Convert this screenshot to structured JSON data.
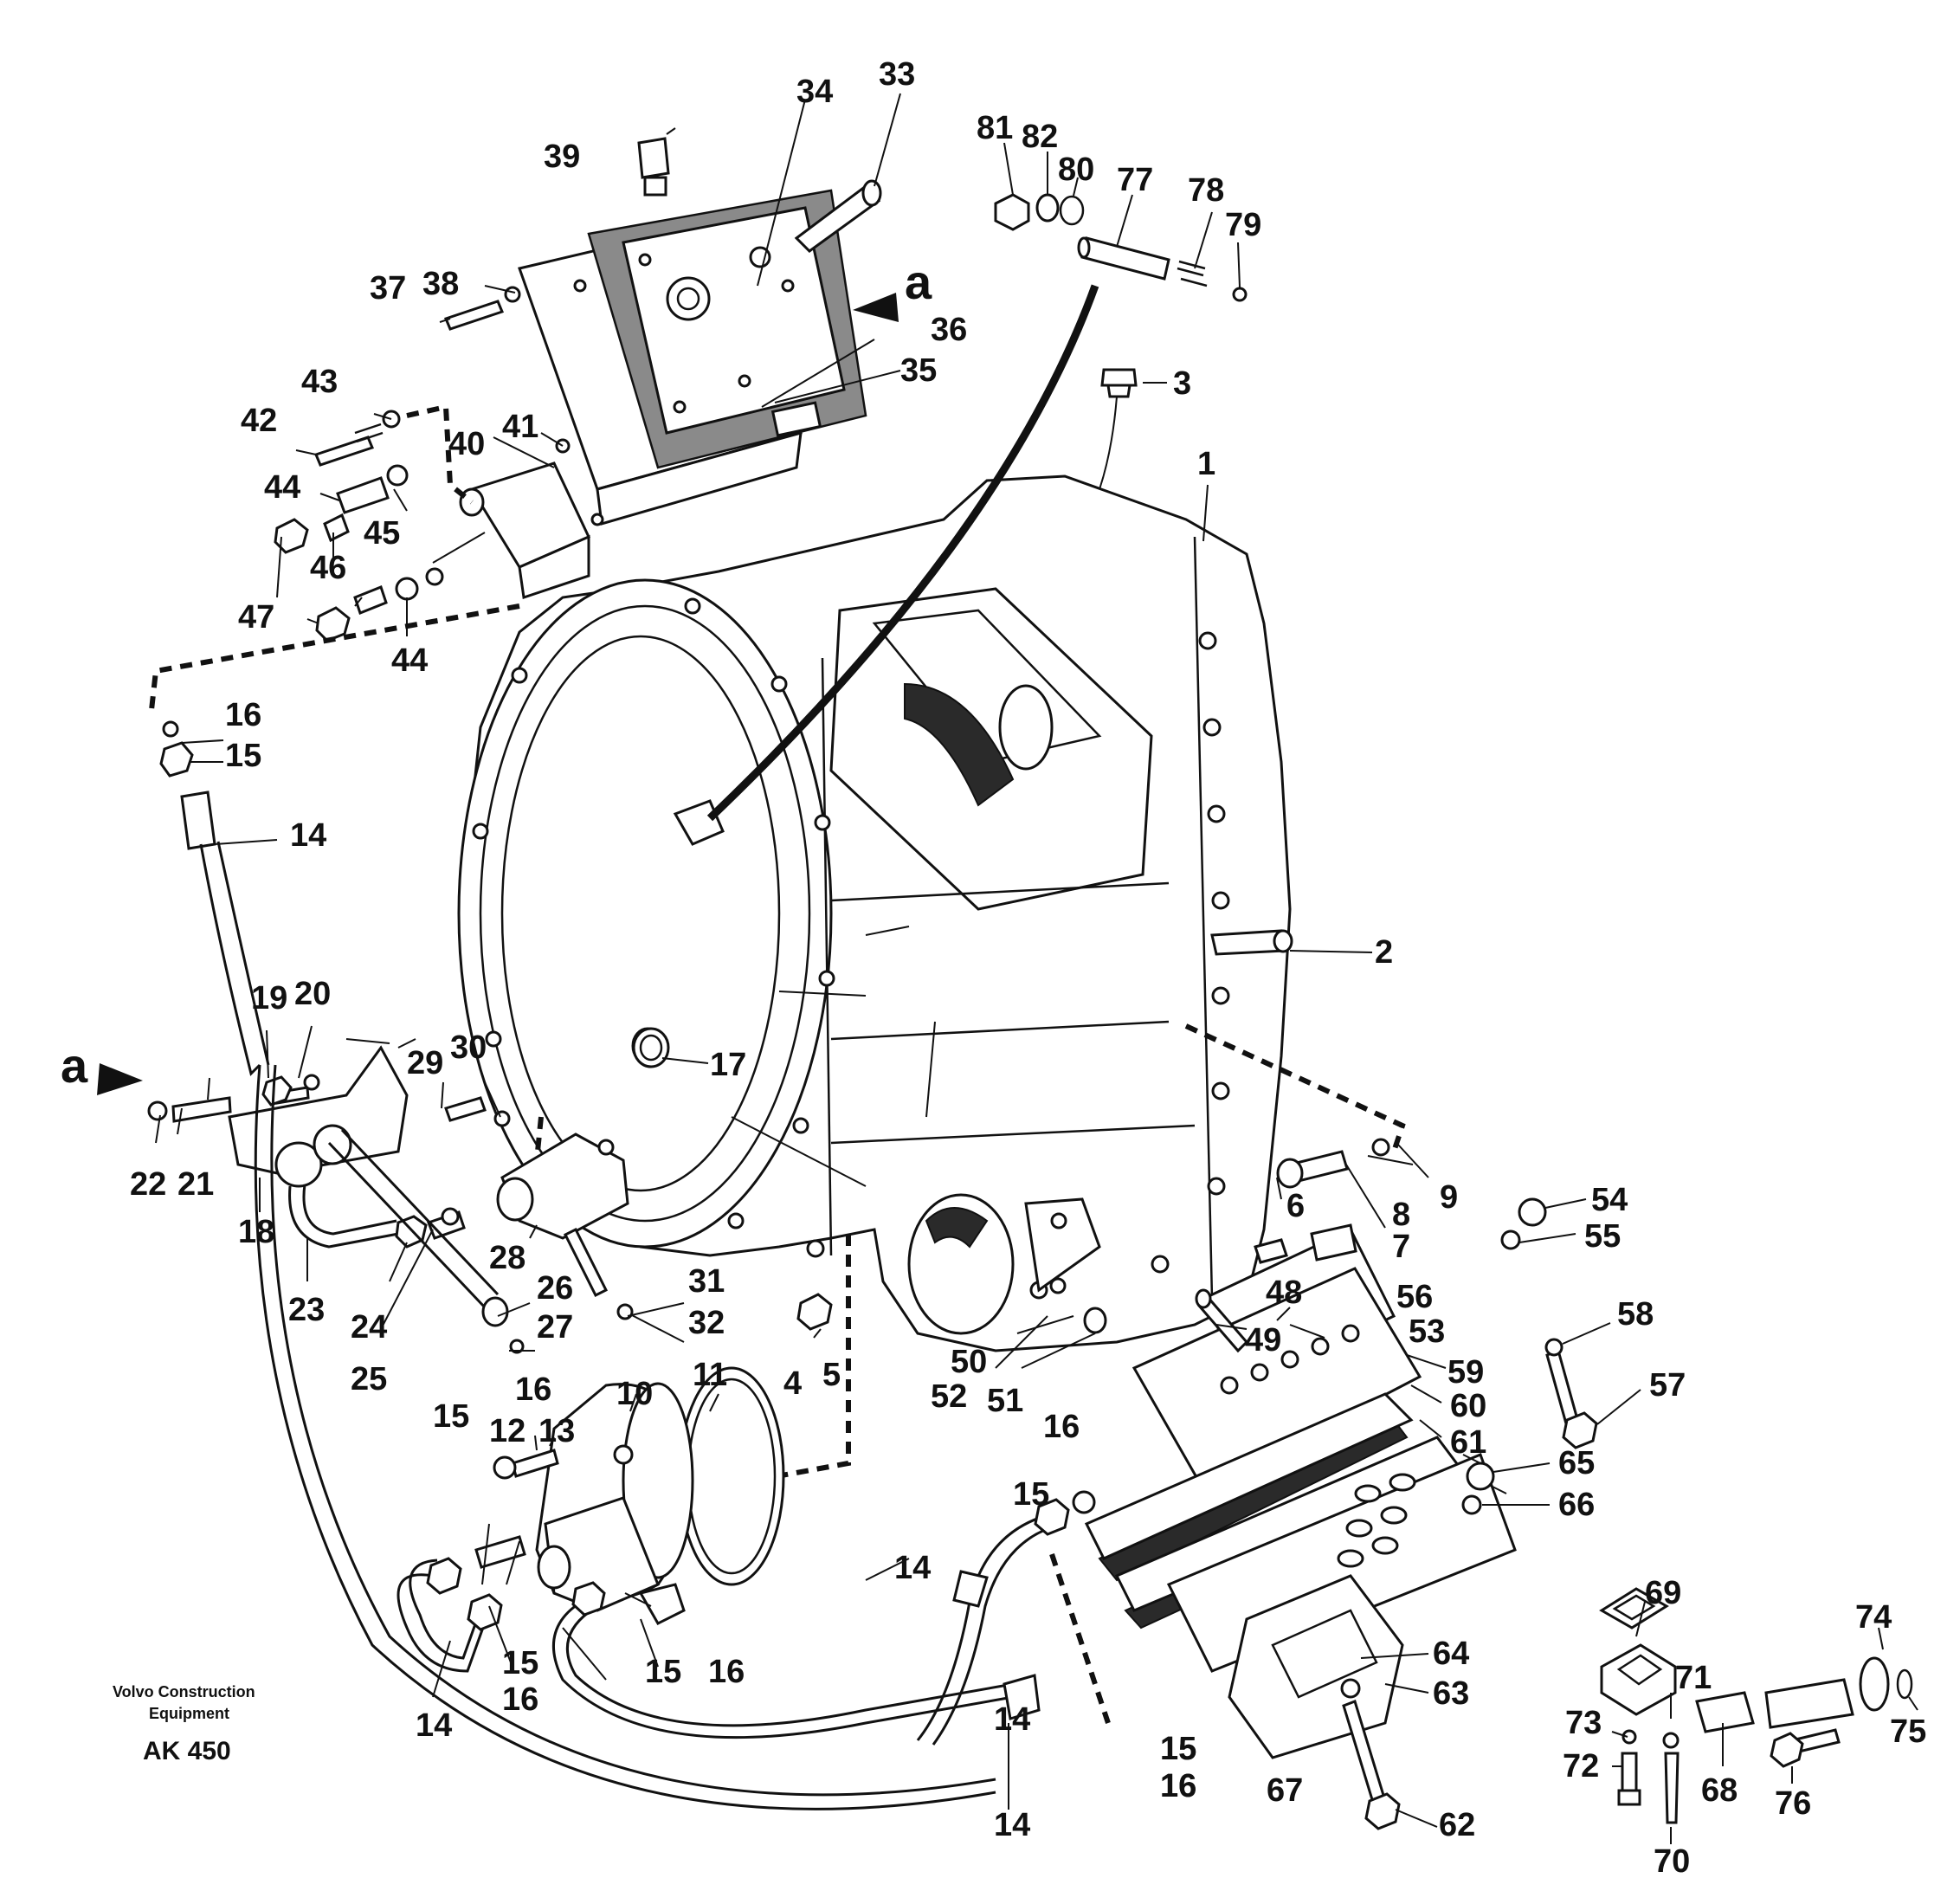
{
  "diagram": {
    "arrow_label": "a",
    "footer": {
      "line1": "Volvo Construction",
      "line2": "Equipment",
      "code": "AK 450"
    },
    "callouts": [
      "1",
      "2",
      "3",
      "4",
      "5",
      "6",
      "7",
      "8",
      "9",
      "10",
      "11",
      "12",
      "13",
      "14",
      "14",
      "14",
      "14",
      "14",
      "15",
      "15",
      "15",
      "15",
      "15",
      "15",
      "15",
      "16",
      "16",
      "16",
      "16",
      "16",
      "16",
      "16",
      "17",
      "18",
      "19",
      "20",
      "21",
      "22",
      "23",
      "24",
      "25",
      "26",
      "27",
      "28",
      "29",
      "30",
      "31",
      "32",
      "33",
      "34",
      "35",
      "36",
      "37",
      "38",
      "39",
      "40",
      "41",
      "42",
      "43",
      "44",
      "44",
      "45",
      "46",
      "47",
      "48",
      "49",
      "50",
      "51",
      "52",
      "53",
      "54",
      "55",
      "56",
      "57",
      "58",
      "59",
      "60",
      "61",
      "62",
      "63",
      "64",
      "65",
      "66",
      "67",
      "68",
      "69",
      "70",
      "71",
      "72",
      "73",
      "74",
      "75",
      "76",
      "77",
      "78",
      "79",
      "80",
      "81",
      "82"
    ]
  }
}
